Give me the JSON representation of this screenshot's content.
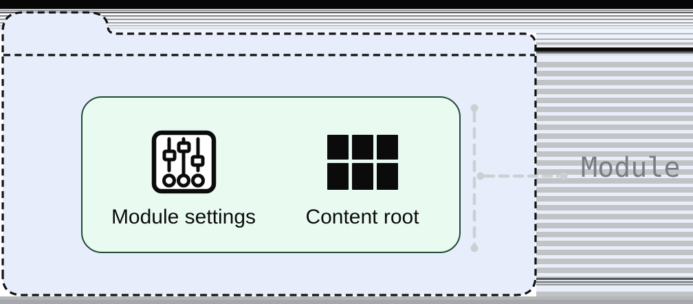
{
  "diagram": {
    "module_box": {
      "items": [
        {
          "id": "module-settings",
          "icon": "sliders-icon",
          "label": "Module settings"
        },
        {
          "id": "content-root",
          "icon": "grid-icon",
          "label": "Content root"
        }
      ]
    },
    "callout": {
      "label": "Module"
    },
    "colors": {
      "folder_fill": "#e7edfb",
      "folder_outline": "#111111",
      "box_fill": "#e9faf1",
      "box_border": "#1d4b33",
      "measure_line": "#cdd0d3",
      "callout_text": "#7a7e83",
      "icon_color": "#0b0b0b"
    }
  }
}
